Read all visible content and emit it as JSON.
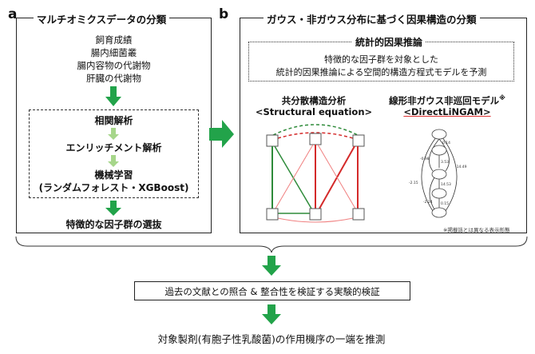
{
  "panel_a": {
    "letter": "a",
    "title": "マルチオミクスデータの分類",
    "data_types": [
      "飼育成績",
      "腸内細菌叢",
      "腸内容物の代謝物",
      "肝臓の代謝物"
    ],
    "steps": [
      "相関解析",
      "エンリッチメント解析",
      "機械学習",
      "(ランダムフォレスト・XGBoost)"
    ],
    "result": "特徴的な因子群の選抜"
  },
  "panel_b": {
    "letter": "b",
    "title": "ガウス・非ガウス分布に基づく因果構造の分類",
    "inference_title": "統計的因果推論",
    "inference_desc": [
      "特徴的な因子群を対象とした",
      "統計的因果推論による空間的構造方程式モデルを予測"
    ],
    "left_model": {
      "title": "共分散構造分析",
      "subtitle": "<Structural equation>"
    },
    "right_model": {
      "title": "線形非ガウス非巡回モデル",
      "superscript": "※",
      "subtitle": "<DirectLiNGAM>"
    },
    "note": "※掲載誌とは異なる表示形態",
    "colors": {
      "positive": "#2e8b3a",
      "negative": "#d42a2a",
      "weak": "#f08080"
    },
    "lingam_edge_labels": [
      "0.14",
      "-0.98",
      "-14.49",
      "3.53",
      "-2.15",
      "14.53",
      "-2.24",
      "0.15"
    ]
  },
  "bottom": {
    "validation": "過去の文献との照合 & 整合性を検証する実験的検証",
    "conclusion": "対象製剤(有胞子性乳酸菌)の作用機序の一端を推測"
  },
  "colors": {
    "arrow_green": "#22a34a",
    "arrow_light": "#a6d68a"
  }
}
